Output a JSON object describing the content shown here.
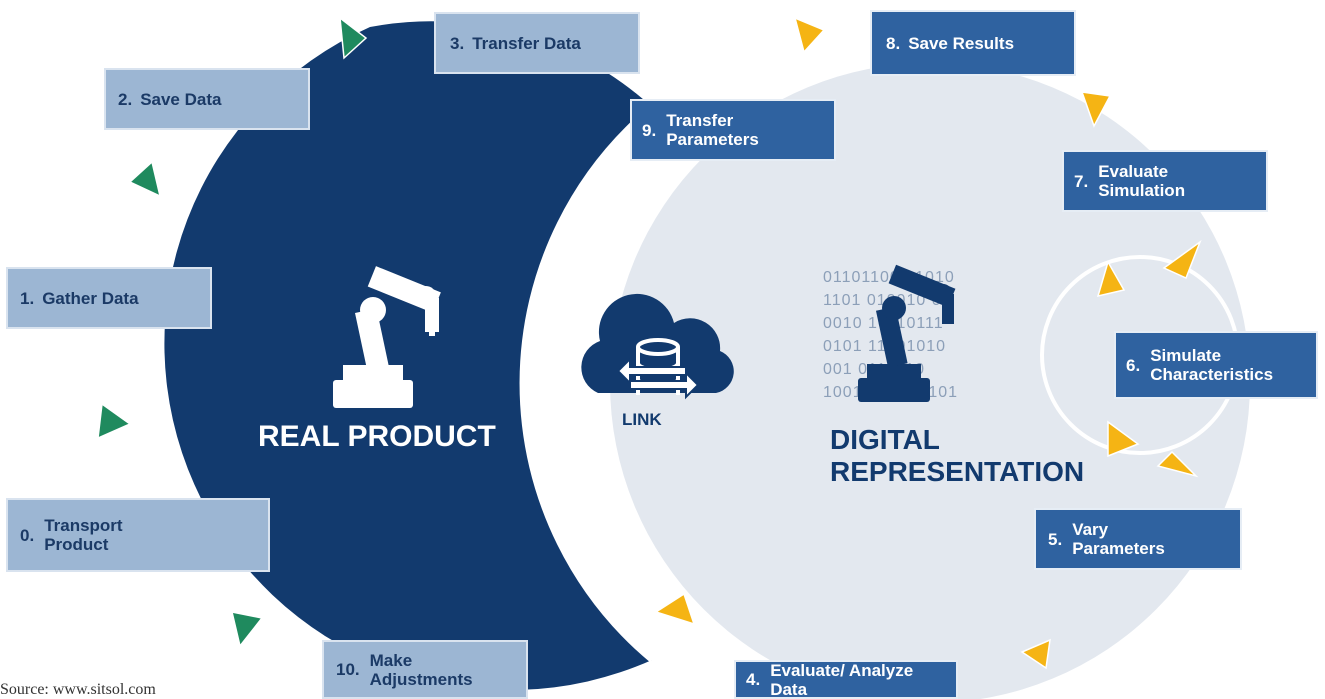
{
  "real_product": {
    "label": "REAL PRODUCT",
    "color": "#123a6e"
  },
  "digital_representation": {
    "label": "DIGITAL\nREPRESENTATION",
    "color": "#e3e8ef",
    "text_color": "#123a6e"
  },
  "link": {
    "label": "LINK",
    "icon": "cloud-database-icon"
  },
  "binary_text": [
    "01101100 01010",
    "1101 010010 01",
    "0010 10110111",
    "0101 11001010",
    "001 0111010",
    "10011011100101"
  ],
  "steps": [
    {
      "num": "0.",
      "label": "Transport\nProduct",
      "style": "light"
    },
    {
      "num": "1.",
      "label": "Gather Data",
      "style": "light"
    },
    {
      "num": "2.",
      "label": "Save Data",
      "style": "light"
    },
    {
      "num": "3.",
      "label": "Transfer Data",
      "style": "light"
    },
    {
      "num": "4.",
      "label": "Evaluate/ Analyze\nData",
      "style": "dark"
    },
    {
      "num": "5.",
      "label": "Vary\nParameters",
      "style": "dark"
    },
    {
      "num": "6.",
      "label": "Simulate\nCharacteristics",
      "style": "dark"
    },
    {
      "num": "7.",
      "label": "Evaluate\nSimulation",
      "style": "dark"
    },
    {
      "num": "8.",
      "label": "Save Results",
      "style": "dark"
    },
    {
      "num": "9.",
      "label": "Transfer\nParameters",
      "style": "dark"
    },
    {
      "num": "10.",
      "label": "Make\nAdjustments",
      "style": "light"
    }
  ],
  "caption": "Source: www.sitsol.com",
  "colors": {
    "green_arrow": "#1f8a5e",
    "yellow_arrow": "#f5b414",
    "light_box": "#9cb6d3",
    "dark_box": "#2f62a0"
  }
}
